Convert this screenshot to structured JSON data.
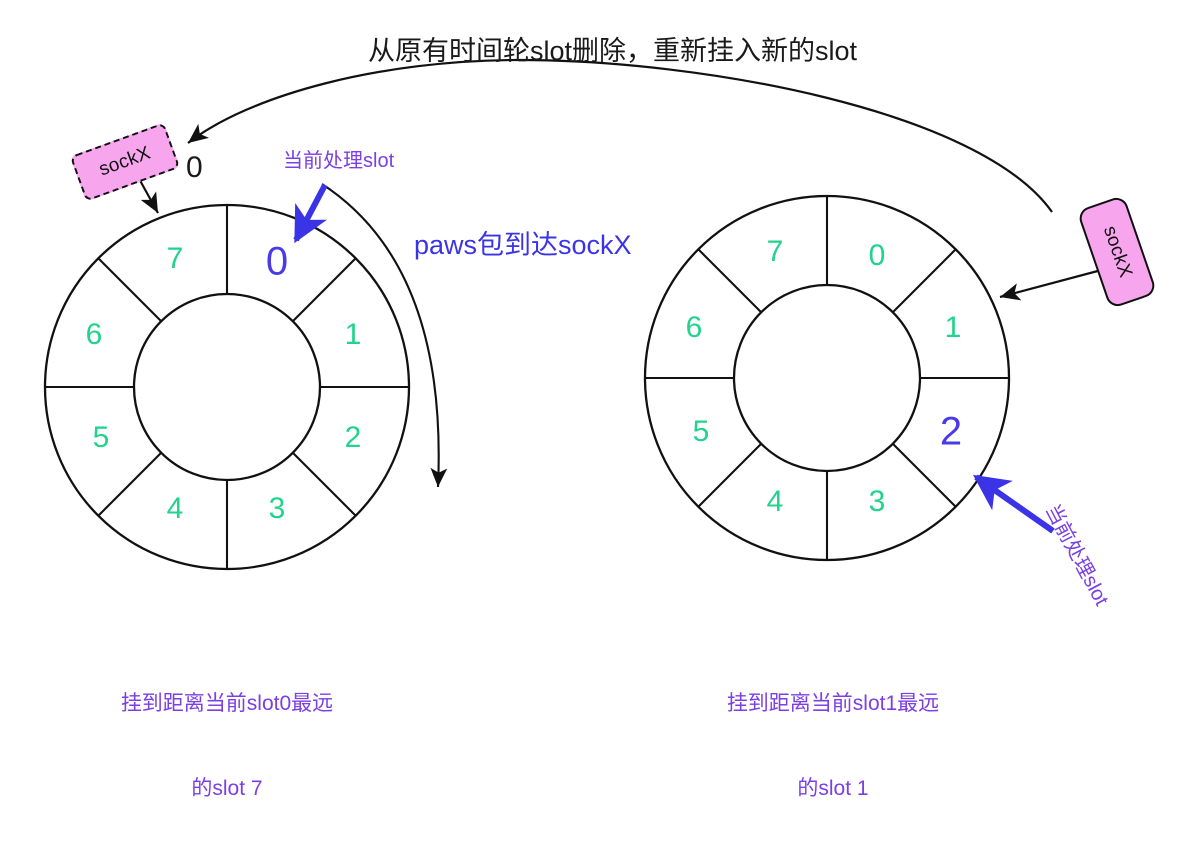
{
  "title": "从原有时间轮slot删除，重新挂入新的slot",
  "middle_note": "paws包到达sockX",
  "colors": {
    "slot_number": "#21d38c",
    "current_slot_number": "#4b3ae8",
    "annotation_purple": "#7b3fe4",
    "sock_box_fill": "#f7a6ee",
    "arrow_blue": "#3b34e6",
    "outline": "#111111"
  },
  "left_wheel": {
    "top_index_label": "0",
    "current_slot_annotation": "当前处理slot",
    "sock_box_label": "sockX",
    "slots": [
      "0",
      "1",
      "2",
      "3",
      "4",
      "5",
      "6",
      "7"
    ],
    "current_slot": "0",
    "caption_line1": "挂到距离当前slot0最远",
    "caption_line2": "的slot 7"
  },
  "right_wheel": {
    "current_slot_annotation": "当前处理slot",
    "sock_box_label": "sockX",
    "slots": [
      "0",
      "1",
      "2",
      "3",
      "4",
      "5",
      "6",
      "7"
    ],
    "current_slot": "2",
    "caption_line1": "挂到距离当前slot1最远",
    "caption_line2": "的slot 1"
  },
  "chart_data": {
    "type": "diagram",
    "description": "Two 8-slot timing wheels showing a socket being re-hashed from one slot to another",
    "wheels": [
      {
        "name": "left",
        "center": [
          227,
          387
        ],
        "outer_radius": 182,
        "inner_radius": 93,
        "slot_count": 8,
        "slot_labels": [
          "0",
          "1",
          "2",
          "3",
          "4",
          "5",
          "6",
          "7"
        ],
        "highlighted_slot": 0
      },
      {
        "name": "right",
        "center": [
          827,
          378
        ],
        "outer_radius": 182,
        "inner_radius": 93,
        "slot_count": 8,
        "slot_labels": [
          "0",
          "1",
          "2",
          "3",
          "4",
          "5",
          "6",
          "7"
        ],
        "highlighted_slot": 2
      }
    ]
  }
}
